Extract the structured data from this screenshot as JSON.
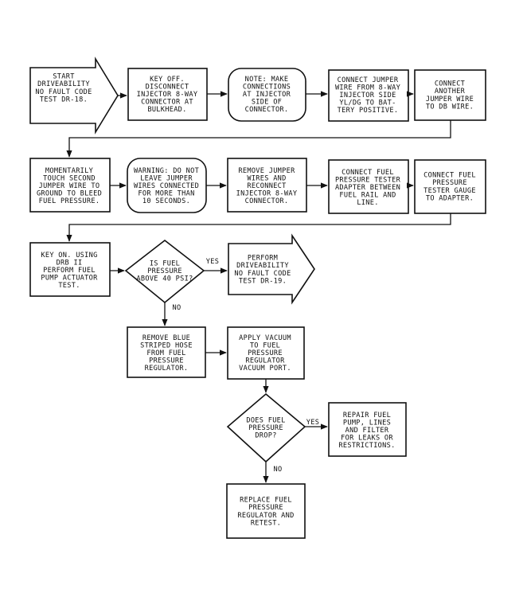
{
  "diagram": {
    "nodes": {
      "n1": [
        "START",
        "DRIVEABILITY",
        "NO FAULT CODE",
        "TEST DR-18."
      ],
      "n2": [
        "KEY OFF.",
        "DISCONNECT",
        "INJECTOR 8-WAY",
        "CONNECTOR AT",
        "BULKHEAD."
      ],
      "n3": [
        "NOTE: MAKE",
        "CONNECTIONS",
        "AT INJECTOR",
        "SIDE OF",
        "CONNECTOR."
      ],
      "n4": [
        "CONNECT JUMPER",
        "WIRE FROM 8-WAY",
        "INJECTOR SIDE",
        "YL/DG TO BAT-",
        "TERY POSITIVE."
      ],
      "n5": [
        "CONNECT",
        "ANOTHER",
        "JUMPER WIRE",
        "TO DB WIRE."
      ],
      "n6": [
        "MOMENTARILY",
        "TOUCH SECOND",
        "JUMPER WIRE TO",
        "GROUND TO BLEED",
        "FUEL PRESSURE."
      ],
      "n7": [
        "WARNING: DO NOT",
        "LEAVE JUMPER",
        "WIRES CONNECTED",
        "FOR MORE THAN",
        "10 SECONDS."
      ],
      "n8": [
        "REMOVE JUMPER",
        "WIRES AND",
        "RECONNECT",
        "INJECTOR 8-WAY",
        "CONNECTOR."
      ],
      "n9": [
        "CONNECT FUEL",
        "PRESSURE TESTER",
        "ADAPTER BETWEEN",
        "FUEL RAIL AND",
        "LINE."
      ],
      "n10": [
        "CONNECT FUEL",
        "PRESSURE",
        "TESTER GAUGE",
        "TO ADAPTER."
      ],
      "n11": [
        "KEY ON. USING",
        "DRB II",
        "PERFORM FUEL",
        "PUMP ACTUATOR",
        "TEST."
      ],
      "n12": [
        "IS FUEL",
        "PRESSURE",
        "ABOVE 40 PSI?"
      ],
      "n13": [
        "PERFORM",
        "DRIVEABILITY",
        "NO FAULT CODE",
        "TEST DR-19."
      ],
      "n14": [
        "REMOVE BLUE",
        "STRIPED HOSE",
        "FROM FUEL",
        "PRESSURE",
        "REGULATOR."
      ],
      "n15": [
        "APPLY VACUUM",
        "TO FUEL",
        "PRESSURE",
        "REGULATOR",
        "VACUUM PORT."
      ],
      "n16": [
        "DOES FUEL",
        "PRESSURE",
        "DROP?"
      ],
      "n17": [
        "REPAIR FUEL",
        "PUMP, LINES",
        "AND FILTER",
        "FOR LEAKS OR",
        "RESTRICTIONS."
      ],
      "n18": [
        "REPLACE FUEL",
        "PRESSURE",
        "REGULATOR AND",
        "RETEST."
      ]
    },
    "edge_labels": {
      "yes1": "YES",
      "no1": "NO",
      "yes2": "YES",
      "no2": "NO"
    }
  }
}
